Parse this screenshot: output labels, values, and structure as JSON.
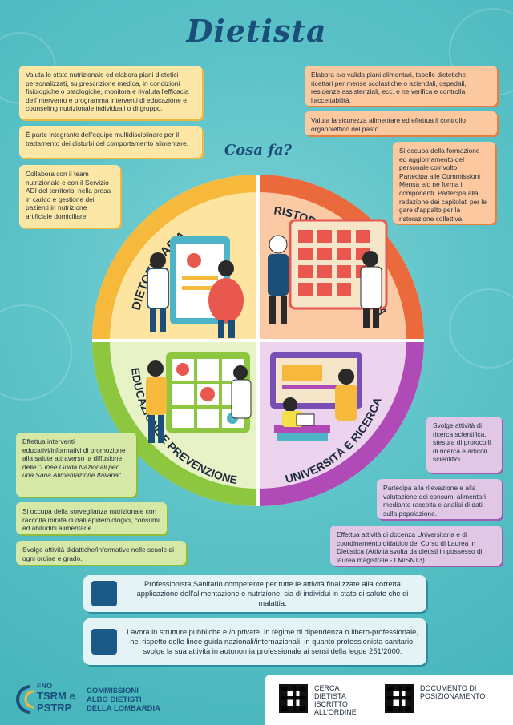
{
  "title": "Dietista",
  "cosa_fa": "Cosa fa?",
  "wheel": {
    "quadrants": [
      {
        "label": "DIETOTERAPIA",
        "color": "#f6b93b"
      },
      {
        "label": "RISTORAZIONE COLLETTIVA",
        "color": "#ea6a3c"
      },
      {
        "label": "EDUCAZIONE E PREVENZIONE",
        "color": "#8dc63f"
      },
      {
        "label": "UNIVERSITÀ E RICERCA",
        "color": "#b04ab6"
      }
    ]
  },
  "left_boxes": [
    "Valuta lo stato nutrizionale ed elabora piani dietetici personalizzati, su prescrizione medica, in condizioni fisiologiche o patologiche, monitora e rivaluta l'efficacia dell'intervento e programma interventi di educazione e counseling nutrizionale individuali o di gruppo.",
    "È parte integrante dell'equipe multidisciplinare per il trattamento dei disturbi del comportamento alimentare.",
    "Collabora con il team nutrizionale e con il Servizio ADI del territorio, nella presa in carico e gestione dei pazienti in nutrizione artificiale domiciliare."
  ],
  "right_boxes": [
    "Elabora e/o valida piani alimentari, tabelle dietetiche, ricettari per mense scolastiche o aziendali, ospedali, residenze assistenziali, ecc. e ne verifica e controlla l'accettabilità.",
    "Valuta la sicurezza alimentare ed effettua il controllo organolettico del pasto.",
    "Si occupa della formazione ed aggiornamento del personale coinvolto. Partecipa alle Commissioni Mensa e/o ne forma i componenti. Partecipa alla redazione dei capitolati per le gare d'appalto per la ristorazione collettiva."
  ],
  "green_boxes": {
    "b1_pre": "Effettua interventi educativi/informativi di promozione alla salute attraverso la diffusione delle ",
    "b1_italic": "\"Linee Guida Nazionali per una Sana Alimentazione Italiana\".",
    "b2": "Si occupa della sorveglianza nutrizionale con raccolta mirata di dati epidemiologici, consumi ed abitudini alimentarie.",
    "b3": "Svolge attività didattiche/informative nelle scuole di ogni ordine e grado."
  },
  "purple_boxes": [
    "Svolge attività di ricerca scientifica, stesura di protocolli di ricerca e articoli scientifici.",
    "Partecipa alla rilevazione e alla valutazione dei consumi alimentari mediante raccolta e analisi di dati sulla popolazione.",
    "Effettua attività di docenza Universitaria e di coordinamento didattico del Corso di Laurea in Dietistica (Attività svolta da dietisti in possesso di laurea magistrale - LM/SNT3)."
  ],
  "info": [
    "Professionista Sanitario competente per tutte le attività finalizzate alla corretta applicazione dell'alimentazione e nutrizione, sia di individui in stato di salute che di malattia.",
    "Lavora in strutture pubbliche e /o private, in regime di dipendenza o libero-professionale, nel rispetto delle linee guida nazionali/internazionali, in quanto professionista sanitario, svolge la sua attività in autonomia professionale ai sensi della legge 251/2000."
  ],
  "footer": {
    "logo_lines": [
      "FNO",
      "TSRM e",
      "PSTRP"
    ],
    "commission": [
      "COMMISSIONI",
      "ALBO DIETISTI",
      "DELLA LOMBARDIA"
    ],
    "qr1_label": [
      "CERCA",
      "DIETISTA",
      "ISCRITTO",
      "ALL'ORDINE"
    ],
    "qr2_label": [
      "DOCUMENTO DI",
      "POSIZIONAMENTO"
    ]
  }
}
